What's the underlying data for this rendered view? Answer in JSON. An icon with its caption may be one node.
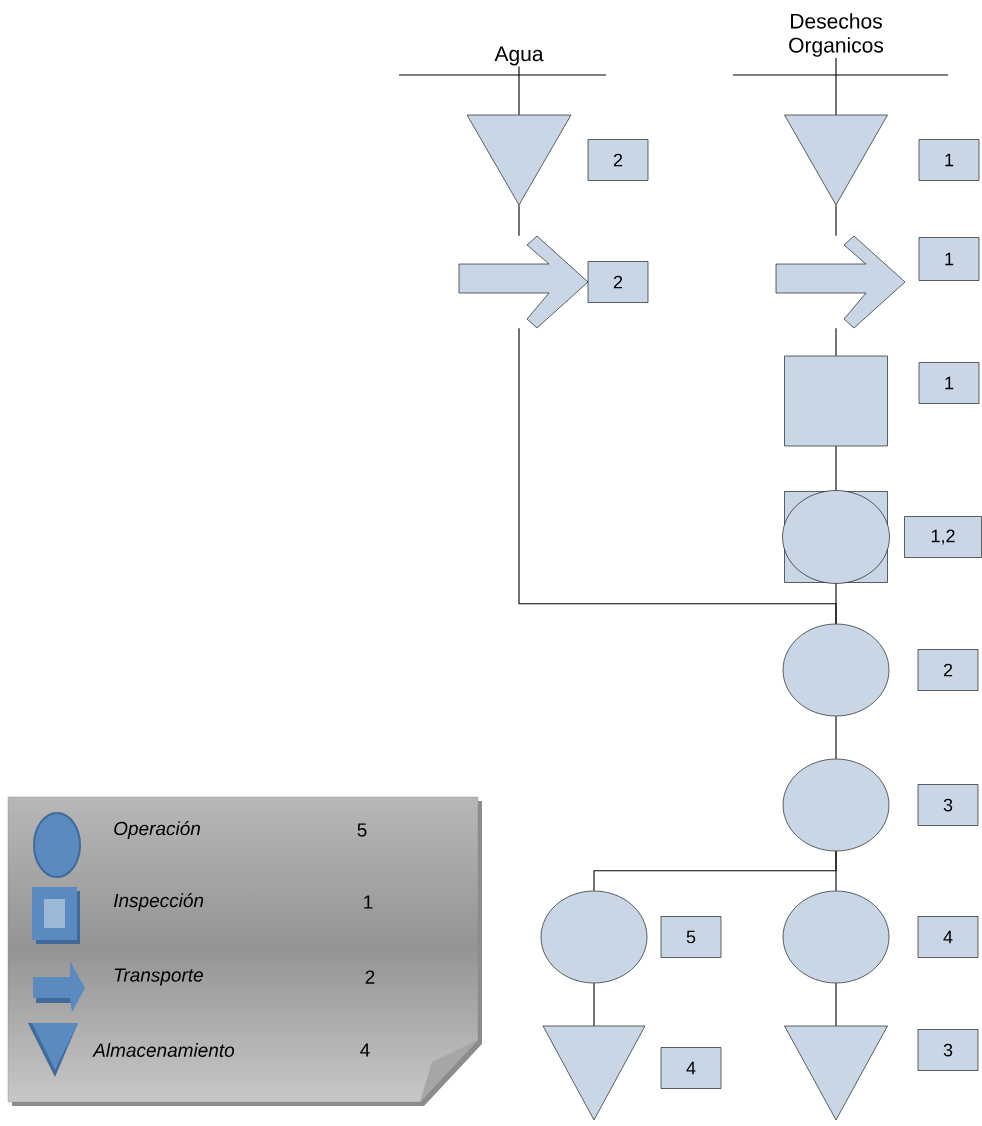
{
  "diagram": {
    "nodes": [
      {
        "text": [
          "Agua"
        ]
      },
      {
        "text": [
          "Desechos Organicos"
        ]
      },
      {
        "text": [],
        "shape": "triangle"
      },
      {
        "text": [
          "2"
        ]
      },
      {
        "text": [],
        "shape": "triangle"
      },
      {
        "text": [
          "1"
        ]
      },
      {
        "text": [],
        "shape": "arrow"
      },
      {
        "text": [
          "2"
        ]
      },
      {
        "text": [],
        "shape": "arrow"
      },
      {
        "text": [
          "1"
        ]
      },
      {
        "text": [],
        "shape": "box"
      },
      {
        "text": [
          "1"
        ]
      },
      {
        "text": [],
        "shape": "circle"
      },
      {
        "text": [
          "1,2"
        ]
      },
      {
        "text": [],
        "shape": "circle"
      },
      {
        "text": [
          "2"
        ]
      },
      {
        "text": [],
        "shape": "circle"
      },
      {
        "text": [
          "3"
        ]
      },
      {
        "text": [],
        "shape": "circle"
      },
      {
        "text": [
          "5"
        ]
      },
      {
        "text": [],
        "shape": "circle"
      },
      {
        "text": [
          "4"
        ]
      },
      {
        "text": [],
        "shape": "triangle"
      },
      {
        "text": [
          "4"
        ]
      },
      {
        "text": [],
        "shape": "triangle"
      },
      {
        "text": [
          "3"
        ]
      }
    ],
    "edges": [
      {
        "from": 0,
        "to": 2,
        "arrow": "none"
      },
      {
        "from": 2,
        "to": 6,
        "arrow": "none"
      },
      {
        "from": 6,
        "to": 14,
        "arrow": "none"
      },
      {
        "from": 1,
        "to": 4,
        "arrow": "none"
      },
      {
        "from": 4,
        "to": 8,
        "arrow": "none"
      },
      {
        "from": 8,
        "to": 10,
        "arrow": "none"
      },
      {
        "from": 10,
        "to": 12,
        "arrow": "none"
      },
      {
        "from": 12,
        "to": 14,
        "arrow": "none"
      },
      {
        "from": 14,
        "to": 16,
        "arrow": "none"
      },
      {
        "from": 16,
        "to": 18,
        "arrow": "none"
      },
      {
        "from": 16,
        "to": 20,
        "arrow": "none"
      },
      {
        "from": 18,
        "to": 22,
        "arrow": "none"
      },
      {
        "from": 20,
        "to": 24,
        "arrow": "none"
      }
    ],
    "labels": [
      "5",
      "1",
      "2",
      "4"
    ],
    "legend": [
      {
        "text": "Operación"
      },
      {
        "text": "Inspección"
      },
      {
        "text": "Transporte"
      },
      {
        "text": "Almacenamiento"
      }
    ]
  }
}
